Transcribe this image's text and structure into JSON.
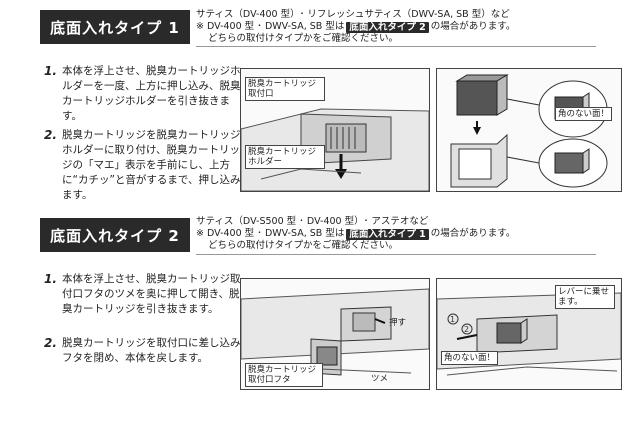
{
  "section1": {
    "header": "底面入れタイプ 1",
    "note_line1": "サティス（DV-400 型）･ リフレッシュサティス（DWV-SA, SB 型）など",
    "note_line2_prefix": "※ DV-400 型 ･ DWV-SA, SB 型は",
    "note_line2_badge": "底面入れタイプ 2",
    "note_line2_suffix": "の場合があります。",
    "note_line3": "どちらの取付けタイプかをご確認ください。",
    "steps": [
      {
        "num": "1.",
        "text": "本体を浮上させ、脱臭カートリッジホルダーを一度、上方に押し込み、脱臭カートリッジホルダーを引き抜きます。"
      },
      {
        "num": "2.",
        "text": "脱臭カートリッジを脱臭カートリッジホルダーに取り付け、脱臭カートリッジの「マエ」表示を手前にし、上方に“カチッ”と音がするまで、押し込みます。"
      }
    ],
    "fig1_label_a": "脱臭カートリッジ取付口",
    "fig1_label_b": "脱臭カートリッジホルダー",
    "fig2_label": "角のない面！"
  },
  "section2": {
    "header": "底面入れタイプ 2",
    "note_line1": "サティス（DV-S500 型 ･ DV-400 型）･ アステオなど",
    "note_line2_prefix": "※ DV-400 型 ･ DWV-SA, SB 型は",
    "note_line2_badge": "底面入れタイプ 1",
    "note_line2_suffix": "の場合があります。",
    "note_line3": "どちらの取付けタイプかをご確認ください。",
    "steps": [
      {
        "num": "1.",
        "text": "本体を浮上させ、脱臭カートリッジ取付口フタのツメを奥に押して開き、脱臭カートリッジを引き抜きます。"
      },
      {
        "num": "2.",
        "text": "脱臭カートリッジを取付口に差し込みフタを閉め、本体を戻します。"
      }
    ],
    "fig1_label_push": "押す",
    "fig1_label_lid": "脱臭カートリッジ取付口フタ",
    "fig1_label_tab": "ツメ",
    "fig2_label_lever": "レバーに乗せます。",
    "fig2_label_face": "角のない面！"
  }
}
